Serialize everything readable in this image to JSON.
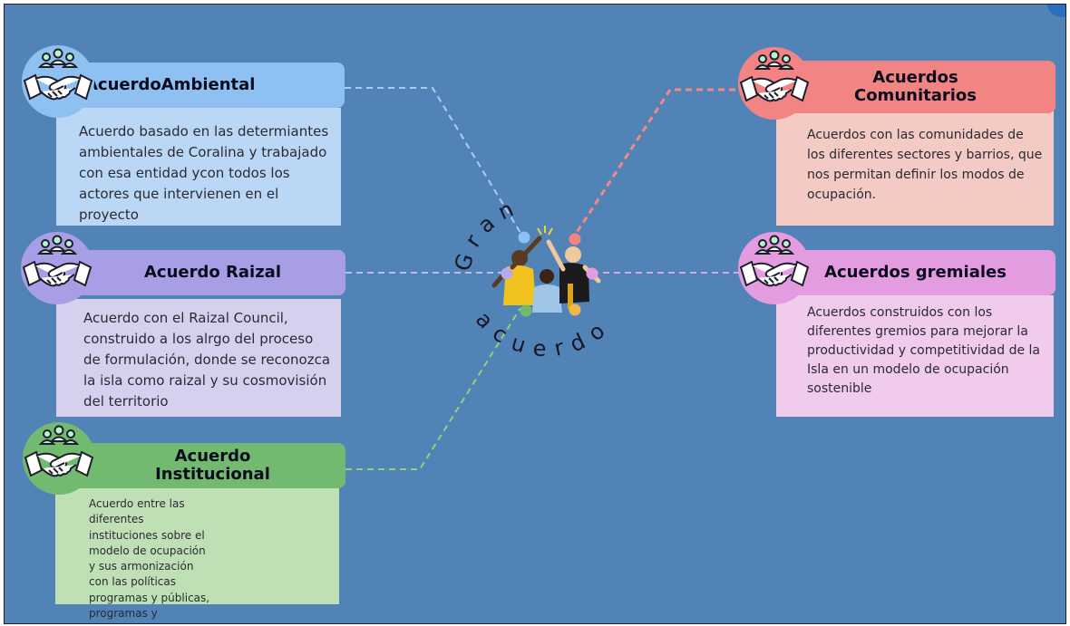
{
  "center": {
    "title_top": "Gran",
    "title_bottom": "acuerdo"
  },
  "cards": [
    {
      "key": "ambiental",
      "title": "AcuerdoAmbiental",
      "description": "Acuerdo basado en las determiantes ambientales de Coralina y trabajado con esa entidad ycon todos los actores que intervienen en el proyecto",
      "header_color": "#8ec1f2",
      "body_color": "#bad8f5",
      "icon_color": "#8ec1f2",
      "link_color": "#a9cdf2",
      "dot_color": "#8ec1f2"
    },
    {
      "key": "raizal",
      "title": "Acuerdo Raizal",
      "description": "Acuerdo con el Raizal Council, construido a los alrgo del proceso de formulación, donde se reconozca la isla como raizal y su cosmovisión del territorio",
      "header_color": "#a89ee6",
      "body_color": "#d6d0ef",
      "icon_color": "#a89ee6",
      "link_color": "#c0b8f0",
      "dot_color": "#b8a9ec"
    },
    {
      "key": "institucional",
      "title": "Acuerdo Institucional",
      "description": "Acuerdo entre las diferentes instituciones sobre el modelo de ocupación y sus armonización con las políticas programas  y públicas, programas y proyectos",
      "header_color": "#71ba6f",
      "body_color": "#bfe0b4",
      "icon_color": "#71ba6f",
      "link_color": "#90d07e",
      "dot_color": "#71ba6f"
    },
    {
      "key": "comunitarios",
      "title": "Acuerdos Comunitarios",
      "description": "Acuerdos con las comunidades de los diferentes sectores y barrios, que nos permitan definir los modos de ocupación.",
      "header_color": "#f28583",
      "body_color": "#f3cbc4",
      "icon_color": "#f28583",
      "link_color": "#f28a84",
      "dot_color": "#f28583"
    },
    {
      "key": "gremiales",
      "title": "Acuerdos gremiales",
      "description": "Acuerdos construidos con los diferentes gremios para mejorar la productividad y competitividad de la Isla en un modelo de ocupación sostenible",
      "header_color": "#e49ce0",
      "body_color": "#f0cbec",
      "icon_color": "#e49ce0",
      "link_color": "#dda6e6",
      "dot_color": "#e49ce0"
    }
  ],
  "icon_names": {
    "card_icon": "handshake-people-icon",
    "center_image": "celebrating-people-illustration"
  }
}
